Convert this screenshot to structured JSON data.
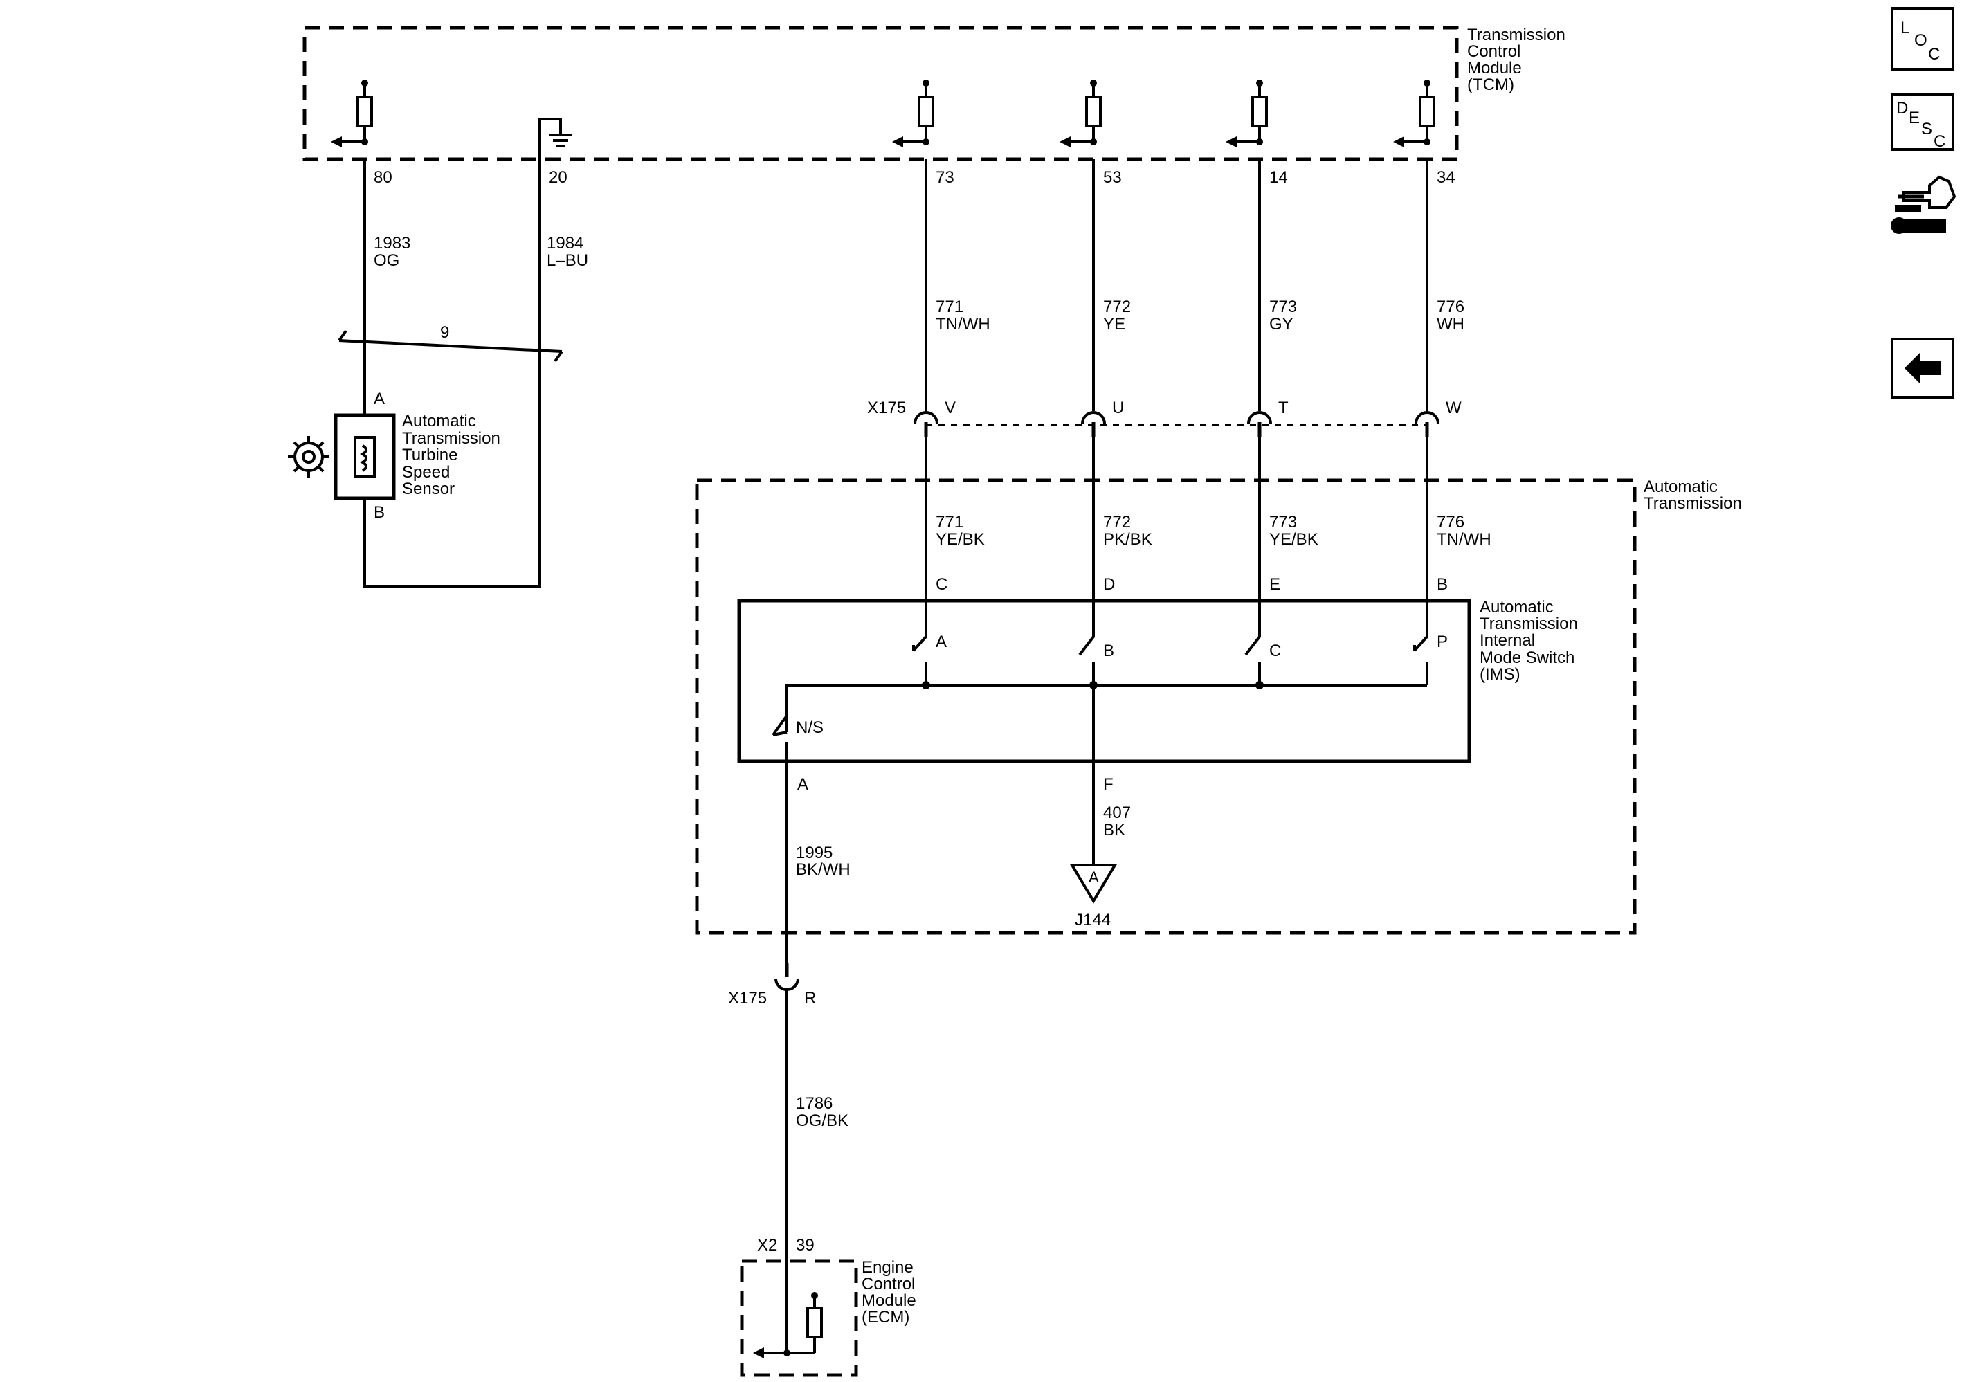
{
  "modules": {
    "tcm": "Transmission Control Module (TCM)",
    "tcm_lines": [
      "Transmission",
      "Control",
      "Module",
      "(TCM)"
    ],
    "trans_lines": [
      "Automatic",
      "Transmission"
    ],
    "ims_lines": [
      "Automatic",
      "Transmission",
      "Internal",
      "Mode Switch",
      "(IMS)"
    ],
    "tss_lines": [
      "Automatic",
      "Transmission",
      "Turbine",
      "Speed",
      "Sensor"
    ],
    "ecm_lines": [
      "Engine",
      "Control",
      "Module",
      "(ECM)"
    ]
  },
  "tcm_pins": [
    "80",
    "20",
    "73",
    "53",
    "14",
    "34"
  ],
  "wires": {
    "w1983": [
      "1983",
      "OG"
    ],
    "w1984": [
      "1984",
      "L–BU"
    ],
    "w771a": [
      "771",
      "TN/WH"
    ],
    "w772a": [
      "772",
      "YE"
    ],
    "w773a": [
      "773",
      "GY"
    ],
    "w776a": [
      "776",
      "WH"
    ],
    "w771b": [
      "771",
      "YE/BK"
    ],
    "w772b": [
      "772",
      "PK/BK"
    ],
    "w773b": [
      "773",
      "YE/BK"
    ],
    "w776b": [
      "776",
      "TN/WH"
    ],
    "w407": [
      "407",
      "BK"
    ],
    "w1995": [
      "1995",
      "BK/WH"
    ],
    "w1786": [
      "1786",
      "OG/BK"
    ]
  },
  "twisted_pair": "9",
  "tss_pins": [
    "A",
    "B"
  ],
  "connector_x175": "X175",
  "x175_pins_top": [
    "V",
    "U",
    "T",
    "W"
  ],
  "x175_pin_bottom": "R",
  "ims_top_pins": [
    "C",
    "D",
    "E",
    "B"
  ],
  "ims_switches": [
    "A",
    "B",
    "C",
    "P"
  ],
  "ims_ns": "N/S",
  "ims_bottom_pins": [
    "A",
    "F"
  ],
  "ground": {
    "letter": "A",
    "id": "J144"
  },
  "ecm_connector": "X2",
  "ecm_pin": "39",
  "nav": {
    "loc": [
      "L",
      "O",
      "C"
    ],
    "desc": [
      "D",
      "E",
      "S",
      "C"
    ]
  }
}
